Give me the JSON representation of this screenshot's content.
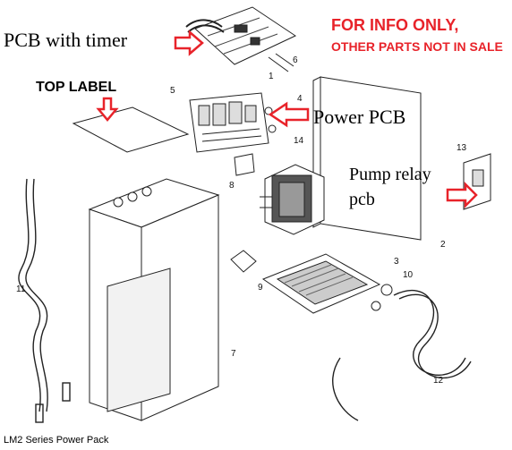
{
  "annotations": {
    "pcb_with_timer": "PCB with timer",
    "top_label": "TOP LABEL",
    "power_pcb": "Power PCB",
    "pump_relay_line1": "Pump relay",
    "pump_relay_line2": "pcb"
  },
  "notice": {
    "line1": "FOR  INFO ONLY,",
    "line2": "OTHER PARTS NOT IN SALE",
    "color": "#e8232a"
  },
  "caption": "LM2 Series Power Pack",
  "callouts": [
    "1",
    "2",
    "3",
    "4",
    "5",
    "6",
    "7",
    "8",
    "9",
    "10",
    "11",
    "12",
    "13",
    "14"
  ],
  "colors": {
    "arrow": "#e8232a",
    "line": "#222222"
  }
}
